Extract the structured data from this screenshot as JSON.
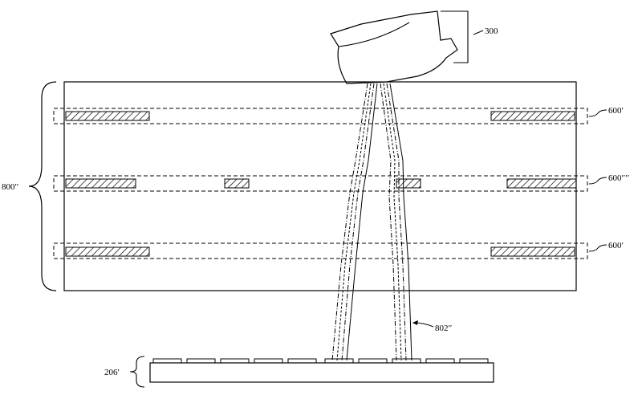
{
  "figure": {
    "labels": {
      "head": "300",
      "band_top": "600′",
      "band_mid": "600′′′′",
      "band_bottom": "600′",
      "stack": "800′′",
      "fibers": "802′′",
      "base": "206′"
    },
    "colors": {
      "ink": "#000000",
      "background": "#ffffff"
    }
  }
}
